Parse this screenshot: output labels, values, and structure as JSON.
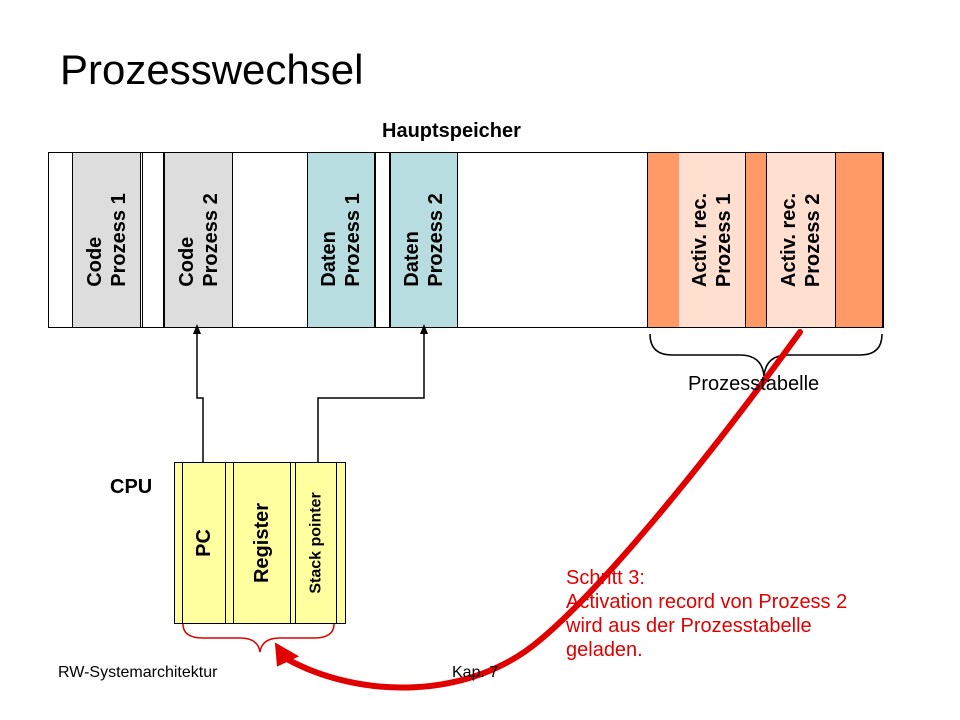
{
  "title": "Prozesswechsel",
  "memory": {
    "label": "Hauptspeicher",
    "segments": [
      {
        "line1": "Code",
        "line2": "Prozess 1"
      },
      {
        "line1": "Code",
        "line2": "Prozess 2"
      },
      {
        "line1": "Daten",
        "line2": "Prozess 1"
      },
      {
        "line1": "Daten",
        "line2": "Prozess 2"
      },
      {
        "line1": "Activ. rec.",
        "line2": "Prozess 1"
      },
      {
        "line1": "Activ. rec.",
        "line2": "Prozess 2"
      }
    ],
    "table_label": "Prozesstabelle"
  },
  "cpu": {
    "label": "CPU",
    "pc": "PC",
    "register": "Register",
    "stack_pointer": "Stack pointer"
  },
  "step": {
    "line1": "Schritt 3:",
    "line2": "Activation record von Prozess 2",
    "line3": "wird aus der Prozesstabelle",
    "line4": "geladen."
  },
  "footer": {
    "left": "RW-Systemarchitektur",
    "right": "Kap. 7"
  },
  "colors": {
    "code": "#dddddd",
    "daten": "#b8dde0",
    "table": "#ff9966",
    "activ": "#ffe0d0",
    "cpu": "#ffffa0",
    "arrow": "#e00000"
  }
}
